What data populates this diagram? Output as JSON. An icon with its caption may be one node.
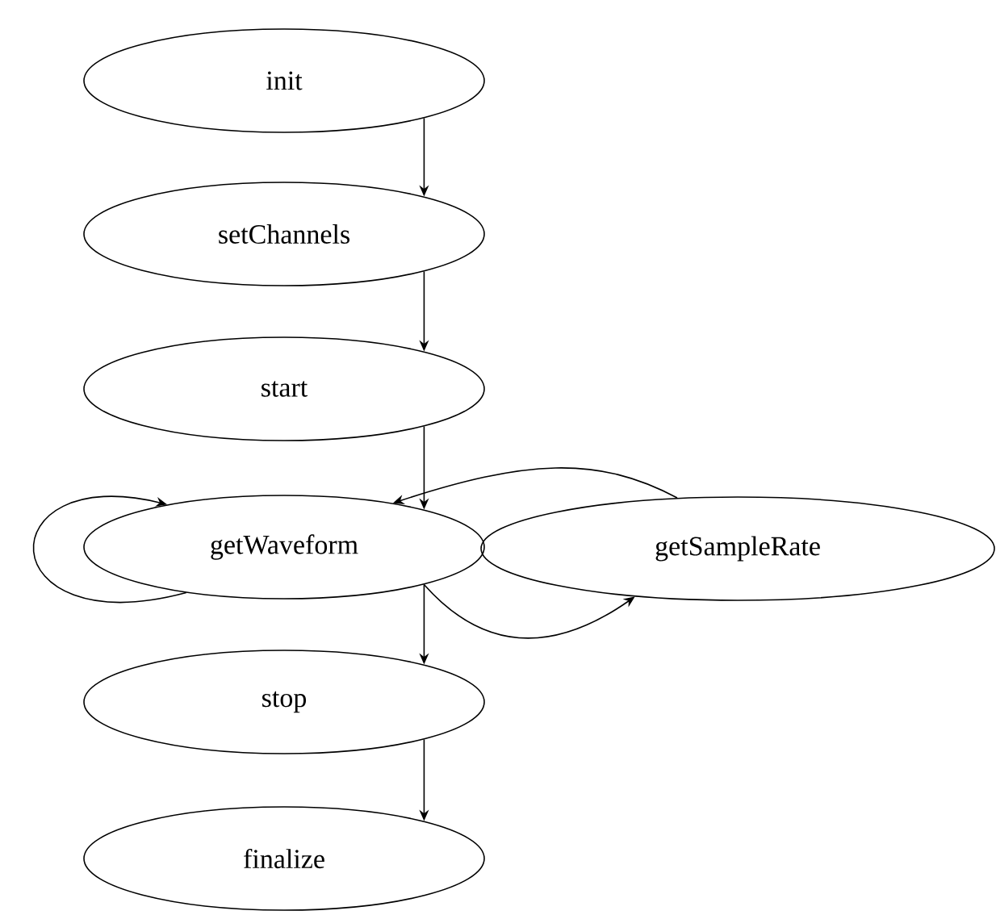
{
  "diagram": {
    "nodes": [
      {
        "text": [
          "init"
        ]
      },
      {
        "text": [
          "setChannels"
        ]
      },
      {
        "text": [
          "start"
        ]
      },
      {
        "text": [
          "getWaveform"
        ]
      },
      {
        "text": [
          "getSampleRate"
        ]
      },
      {
        "text": [
          "stop"
        ]
      },
      {
        "text": [
          "finalize"
        ]
      }
    ],
    "edges": [
      {
        "from": 0,
        "to": 1,
        "arrow": "to"
      },
      {
        "from": 1,
        "to": 2,
        "arrow": "to"
      },
      {
        "from": 2,
        "to": 3,
        "arrow": "to"
      },
      {
        "from": 3,
        "to": 3,
        "arrow": "to"
      },
      {
        "from": 4,
        "to": 3,
        "arrow": "to"
      },
      {
        "from": 3,
        "to": 4,
        "arrow": "to"
      },
      {
        "from": 3,
        "to": 5,
        "arrow": "to"
      },
      {
        "from": 5,
        "to": 6,
        "arrow": "to"
      }
    ]
  }
}
